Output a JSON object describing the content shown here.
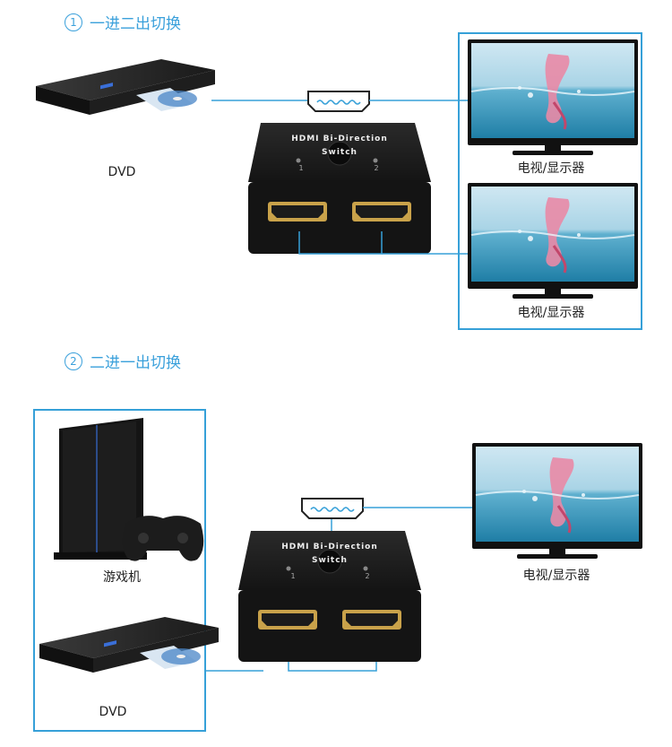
{
  "section1": {
    "number": "1",
    "title": "一进二出切换",
    "source_label": "DVD",
    "output_labels": [
      "电视/显示器",
      "电视/显示器"
    ]
  },
  "section2": {
    "number": "2",
    "title": "二进一出切换",
    "source_labels": [
      "游戏机",
      "DVD"
    ],
    "output_label": "电视/显示器"
  },
  "switch": {
    "line1": "HDMI Bi-Direction",
    "line2": "Switch",
    "port1": "1",
    "port2": "2"
  },
  "dvd_display": "DVD",
  "colors": {
    "accent": "#36a0d8",
    "device": "#1b1b1b",
    "hdmi_gold": "#c9a24a"
  }
}
